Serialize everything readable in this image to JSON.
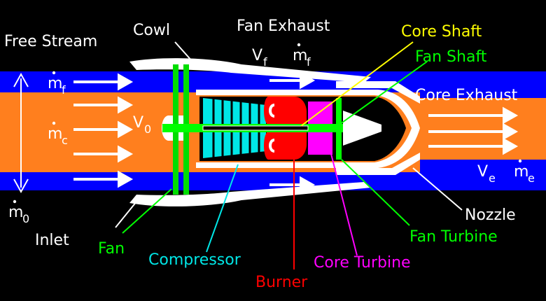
{
  "colors": {
    "background": "#000000",
    "fan_stream": "#0000ff",
    "core_stream": "#ff7f1e",
    "engine_body": "#ffffff",
    "fan": "#00dd00",
    "compressor": "#00e6e6",
    "burner": "#ff0000",
    "core_turbine": "#ff00ff",
    "fan_turbine": "#00ff00",
    "core_shaft": "#ffff00",
    "fan_shaft": "#00ff00"
  },
  "labels": {
    "free_stream": "Free Stream",
    "cowl": "Cowl",
    "fan_exhaust": "Fan Exhaust",
    "core_shaft": "Core Shaft",
    "fan_shaft": "Fan Shaft",
    "core_exhaust": "Core Exhaust",
    "inlet": "Inlet",
    "fan": "Fan",
    "compressor": "Compressor",
    "burner": "Burner",
    "core_turbine": "Core Turbine",
    "fan_turbine": "Fan Turbine",
    "nozzle": "Nozzle"
  },
  "symbols": {
    "m_dot": "m",
    "f_sub": "f",
    "c_sub": "c",
    "zero_sub": "0",
    "e_sub": "e",
    "V": "V"
  }
}
